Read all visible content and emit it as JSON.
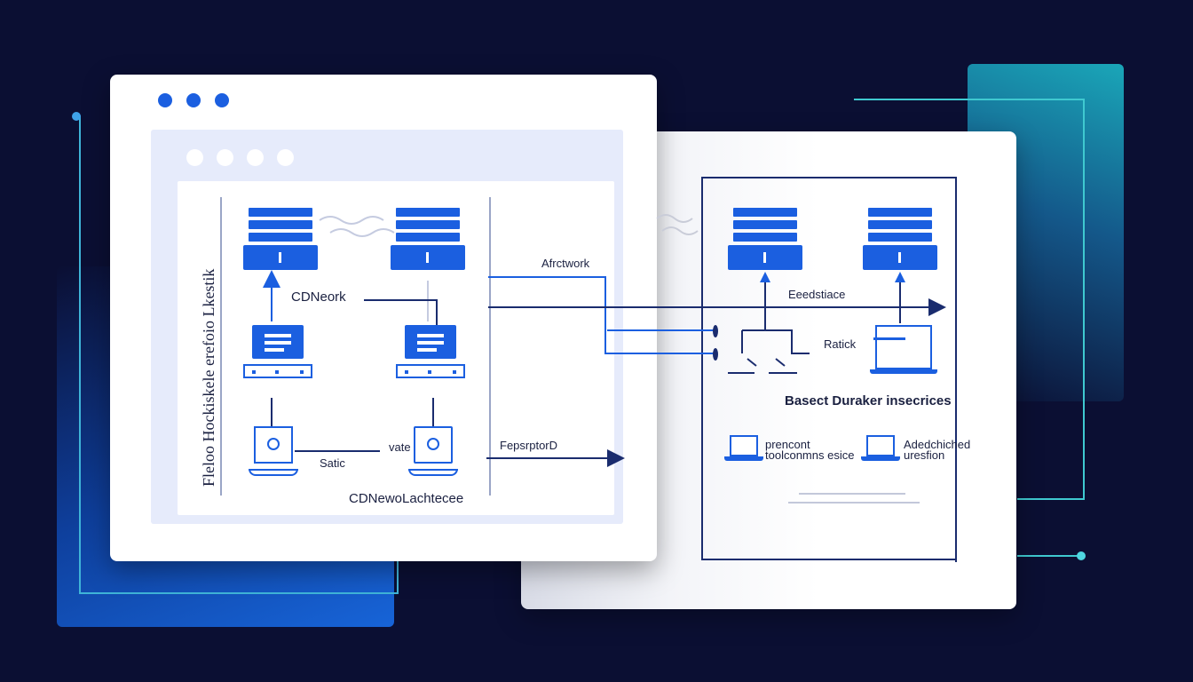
{
  "colors": {
    "background": "#0b0f33",
    "accent_blue": "#1b5fe0",
    "accent_teal": "#4fd6e0",
    "line_dark": "#1a2c6e"
  },
  "diagram": {
    "left_window": {
      "vertical_label": "Fleloo Hockiskele erefoio Lkestik",
      "labels": {
        "cdn_network": "CDNeork",
        "static": "Satic",
        "vate": "vate",
        "bottom_caption": "CDNewoLachtecee"
      }
    },
    "connectors": {
      "architecture_label": "Afrctwork",
      "repository_label": "FepsrptorD"
    },
    "right_window": {
      "labels": {
        "edge_service": "Eeedstiace",
        "rack": "Ratick",
        "main_caption": "Basect Duraker insecrices",
        "legend_left_line1": "prencont",
        "legend_left_line2": "toolconmns esice",
        "legend_right_line1": "Adedchiched",
        "legend_right_line2": "uresfion"
      }
    }
  }
}
